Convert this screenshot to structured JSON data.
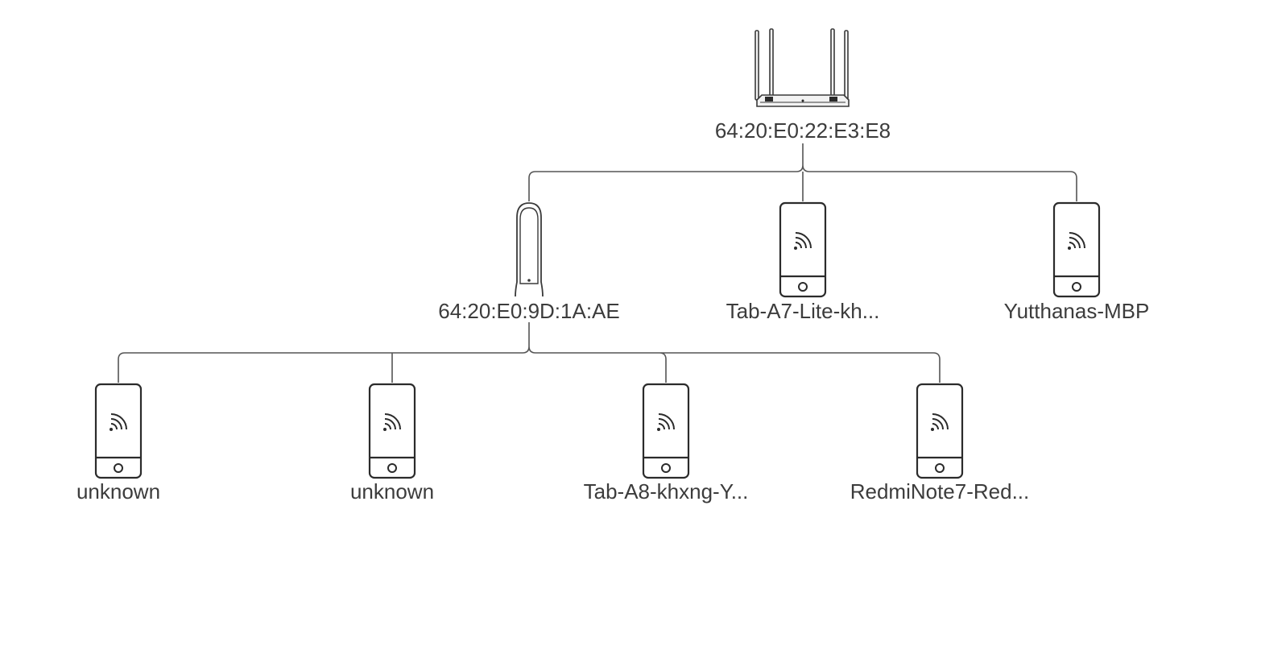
{
  "network_map": {
    "router": {
      "label": "64:20:E0:22:E3:E8",
      "icon": "router-icon"
    },
    "mesh_node": {
      "label": "64:20:E0:9D:1A:AE",
      "icon": "mesh-satellite-icon"
    },
    "router_clients": [
      {
        "label": "Tab-A7-Lite-kh...",
        "icon": "wireless-phone-icon"
      },
      {
        "label": "Yutthanas-MBP",
        "icon": "wireless-phone-icon"
      }
    ],
    "mesh_clients": [
      {
        "label": "unknown",
        "icon": "wireless-phone-icon"
      },
      {
        "label": "unknown",
        "icon": "wireless-phone-icon"
      },
      {
        "label": "Tab-A8-khxng-Y...",
        "icon": "wireless-phone-icon"
      },
      {
        "label": "RedmiNote7-Red...",
        "icon": "wireless-phone-icon"
      }
    ]
  }
}
